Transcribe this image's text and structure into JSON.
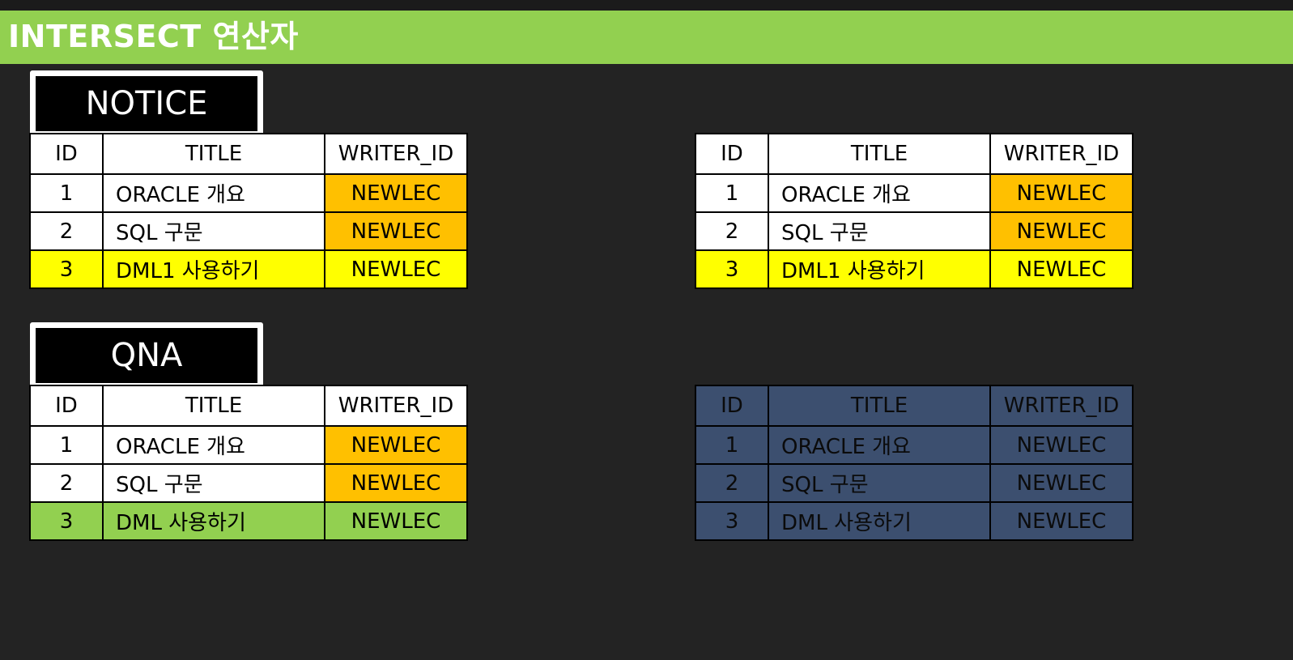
{
  "header": {
    "title": "INTERSECT 연산자"
  },
  "labels": {
    "notice": "NOTICE",
    "qna": "QNA"
  },
  "columns": [
    "ID",
    "TITLE",
    "WRITER_ID"
  ],
  "tables": {
    "notice": [
      [
        "1",
        "ORACLE 개요",
        "NEWLEC"
      ],
      [
        "2",
        "SQL 구문",
        "NEWLEC"
      ],
      [
        "3",
        "DML1 사용하기",
        "NEWLEC"
      ]
    ],
    "notice_copy": [
      [
        "1",
        "ORACLE 개요",
        "NEWLEC"
      ],
      [
        "2",
        "SQL 구문",
        "NEWLEC"
      ],
      [
        "3",
        "DML1 사용하기",
        "NEWLEC"
      ]
    ],
    "qna": [
      [
        "1",
        "ORACLE 개요",
        "NEWLEC"
      ],
      [
        "2",
        "SQL 구문",
        "NEWLEC"
      ],
      [
        "3",
        "DML 사용하기",
        "NEWLEC"
      ]
    ],
    "result": [
      [
        "1",
        "ORACLE 개요",
        "NEWLEC"
      ],
      [
        "2",
        "SQL 구문",
        "NEWLEC"
      ],
      [
        "3",
        "DML 사용하기",
        "NEWLEC"
      ]
    ]
  },
  "colors": {
    "banner": "#92d050",
    "writer_highlight": "#ffc000",
    "notice_row3": "#ffff00",
    "qna_row3": "#92d050",
    "result_fill": "#3c4f6f"
  }
}
